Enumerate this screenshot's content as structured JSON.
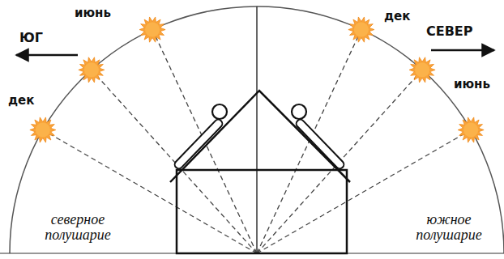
{
  "diagram": {
    "labels": [
      "ЮГ",
      "июнь",
      "дек",
      "дек",
      "СЕВЕР",
      "июнь",
      "северное полушарие",
      "южное полушарие"
    ]
  }
}
